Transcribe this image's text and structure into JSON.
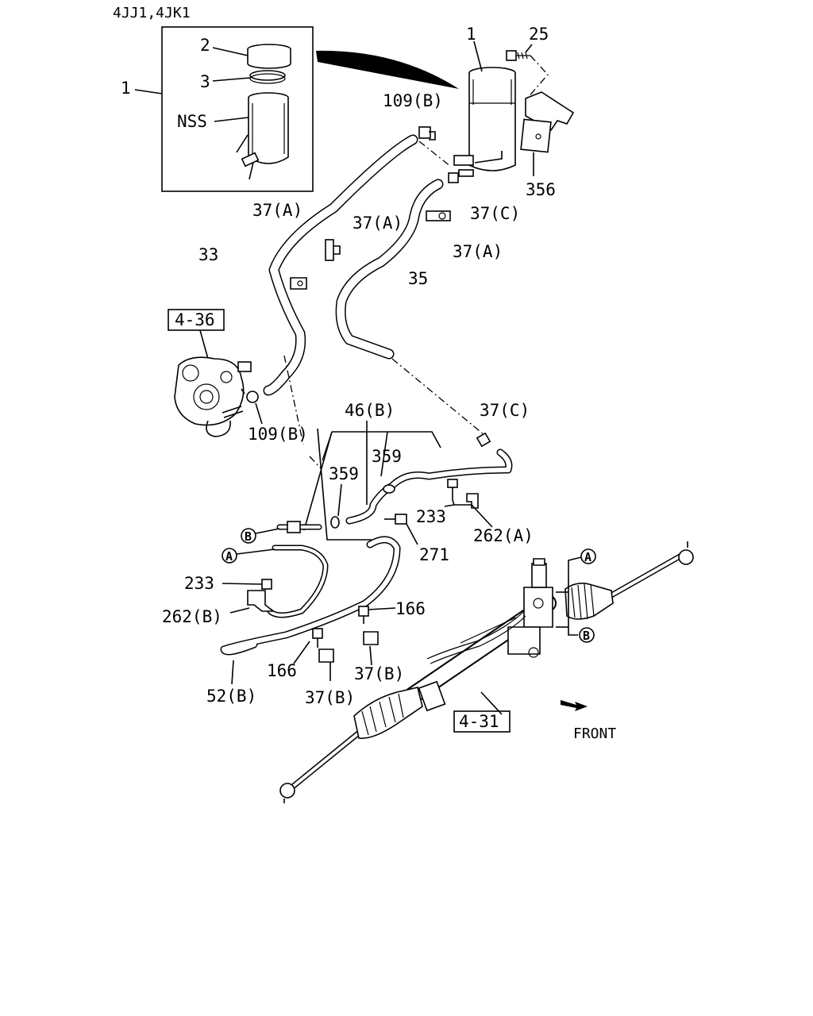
{
  "header": {
    "engine_codes": "4JJ1,4JK1"
  },
  "refs": {
    "pump": "4-36",
    "gear": "4-31"
  },
  "markers": {
    "a": "A",
    "b": "B"
  },
  "labels": {
    "l1_inset": "1",
    "l2": "2",
    "l3": "3",
    "nss": "NSS",
    "l1_main": "1",
    "l25": "25",
    "l109b_top": "109(B)",
    "l356": "356",
    "l37a_1": "37(A)",
    "l37a_2": "37(A)",
    "l37c_1": "37(C)",
    "l37a_3": "37(A)",
    "l33": "33",
    "l35": "35",
    "l109b_bottom": "109(B)",
    "l37c_2": "37(C)",
    "l46b": "46(B)",
    "l359_1": "359",
    "l359_2": "359",
    "l233_1": "233",
    "l262a": "262(A)",
    "l271": "271",
    "l233_2": "233",
    "l262b": "262(B)",
    "l166_1": "166",
    "l166_2": "166",
    "l37b_1": "37(B)",
    "l37b_2": "37(B)",
    "l52b": "52(B)",
    "front": "FRONT"
  }
}
